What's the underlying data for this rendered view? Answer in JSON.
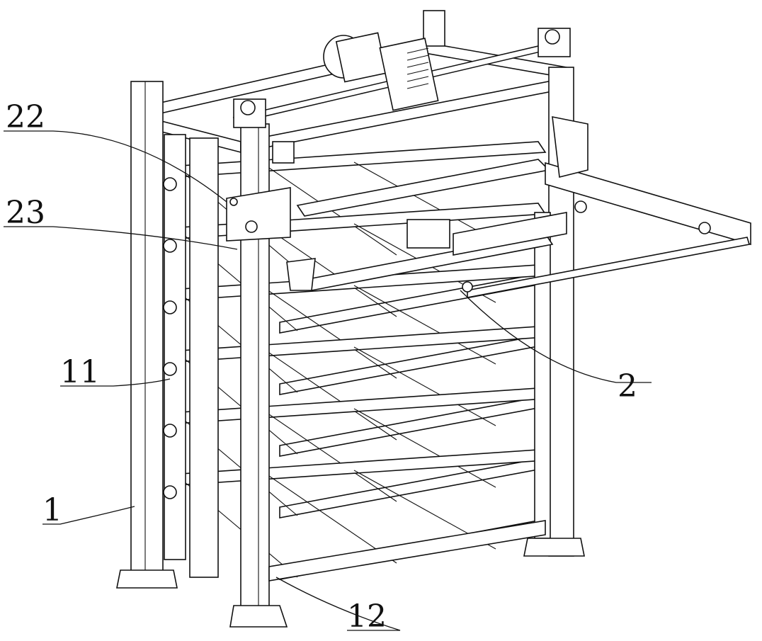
{
  "figure": {
    "labels": [
      {
        "id": "label-22",
        "text": "22"
      },
      {
        "id": "label-23",
        "text": "23"
      },
      {
        "id": "label-11",
        "text": "11"
      },
      {
        "id": "label-1",
        "text": "1"
      },
      {
        "id": "label-2",
        "text": "2"
      },
      {
        "id": "label-12",
        "text": "12"
      }
    ],
    "shelf_count": 6
  }
}
